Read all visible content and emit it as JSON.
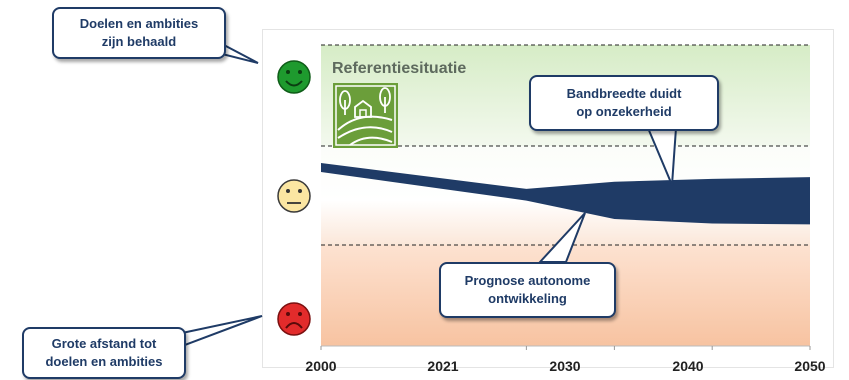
{
  "chart_data": {
    "type": "area",
    "x_ticks": [
      "2000",
      "2021",
      "2030",
      "2040",
      "2050"
    ],
    "xlim": [
      2000,
      2050
    ],
    "zones": [
      {
        "name": "green",
        "color": "#dff0d2"
      },
      {
        "name": "neutral",
        "color": "#ffffff"
      },
      {
        "name": "red",
        "color": "#f7c9a5"
      }
    ],
    "band": {
      "color": "#1f3b66",
      "upper": [
        [
          2000,
          0.608
        ],
        [
          2021,
          0.522
        ],
        [
          2030,
          0.546
        ],
        [
          2040,
          0.555
        ],
        [
          2050,
          0.561
        ]
      ],
      "lower": [
        [
          2000,
          0.578
        ],
        [
          2021,
          0.483
        ],
        [
          2030,
          0.422
        ],
        [
          2040,
          0.407
        ],
        [
          2050,
          0.404
        ]
      ]
    },
    "reference_label": "Referentiesituatie",
    "callouts": {
      "top_left": [
        "Doelen en ambities",
        "zijn behaald"
      ],
      "bottom_left": [
        "Grote afstand tot",
        "doelen en ambities"
      ],
      "band": [
        "Bandbreedte duidt",
        "op onzekerheid"
      ],
      "prognosis": [
        "Prognose autonome",
        "ontwikkeling"
      ]
    }
  },
  "colors": {
    "accent": "#1f3b66",
    "happy": "#1e9a2e",
    "neutral_face": "#fbe6a2",
    "sad": "#e22b2b"
  },
  "icons": [
    "happy-face-icon",
    "neutral-face-icon",
    "sad-face-icon",
    "farm-landscape-icon"
  ]
}
